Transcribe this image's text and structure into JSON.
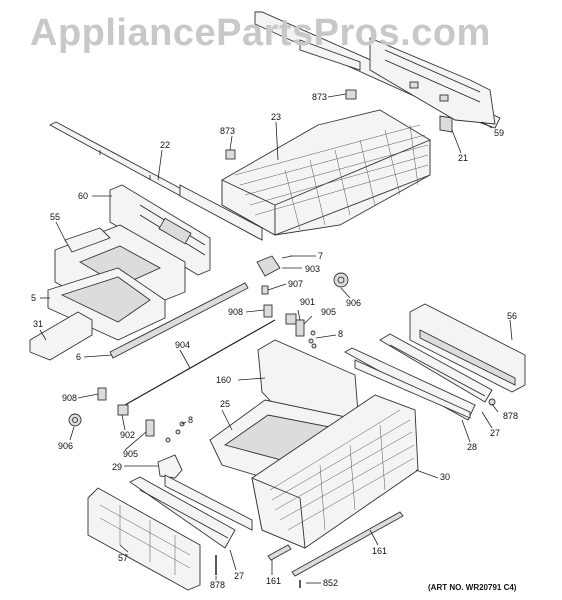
{
  "watermark": "AppliancePartsPros.com",
  "art_number": "(ART NO. WR20791 C4)",
  "callouts": [
    {
      "id": "c-873a",
      "text": "873"
    },
    {
      "id": "c-59",
      "text": "59"
    },
    {
      "id": "c-21",
      "text": "21"
    },
    {
      "id": "c-23",
      "text": "23"
    },
    {
      "id": "c-873b",
      "text": "873"
    },
    {
      "id": "c-22",
      "text": "22"
    },
    {
      "id": "c-60",
      "text": "60"
    },
    {
      "id": "c-55",
      "text": "55"
    },
    {
      "id": "c-7",
      "text": "7"
    },
    {
      "id": "c-903",
      "text": "903"
    },
    {
      "id": "c-5",
      "text": "5"
    },
    {
      "id": "c-907",
      "text": "907"
    },
    {
      "id": "c-906a",
      "text": "906"
    },
    {
      "id": "c-901",
      "text": "901"
    },
    {
      "id": "c-31",
      "text": "31"
    },
    {
      "id": "c-908a",
      "text": "908"
    },
    {
      "id": "c-905a",
      "text": "905"
    },
    {
      "id": "c-8a",
      "text": "8"
    },
    {
      "id": "c-56",
      "text": "56"
    },
    {
      "id": "c-6",
      "text": "6"
    },
    {
      "id": "c-904",
      "text": "904"
    },
    {
      "id": "c-160",
      "text": "160"
    },
    {
      "id": "c-908b",
      "text": "908"
    },
    {
      "id": "c-25",
      "text": "25"
    },
    {
      "id": "c-878a",
      "text": "878"
    },
    {
      "id": "c-8b",
      "text": "8"
    },
    {
      "id": "c-27a",
      "text": "27"
    },
    {
      "id": "c-906b",
      "text": "906"
    },
    {
      "id": "c-902",
      "text": "902"
    },
    {
      "id": "c-28",
      "text": "28"
    },
    {
      "id": "c-905b",
      "text": "905"
    },
    {
      "id": "c-29",
      "text": "29"
    },
    {
      "id": "c-30",
      "text": "30"
    },
    {
      "id": "c-161a",
      "text": "161"
    },
    {
      "id": "c-57",
      "text": "57"
    },
    {
      "id": "c-27b",
      "text": "27"
    },
    {
      "id": "c-878b",
      "text": "878"
    },
    {
      "id": "c-161b",
      "text": "161"
    },
    {
      "id": "c-852",
      "text": "852"
    }
  ]
}
